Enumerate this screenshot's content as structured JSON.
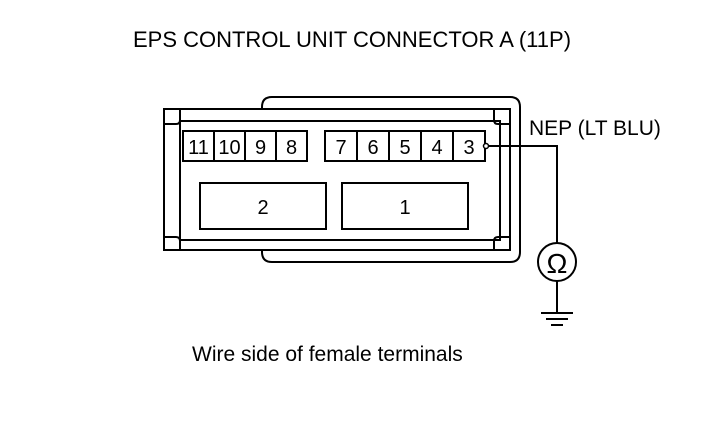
{
  "title": "EPS CONTROL UNIT CONNECTOR A (11P)",
  "caption": "Wire side of female terminals",
  "wire_label": "NEP (LT BLU)",
  "meter_symbol": "Ω",
  "connector": {
    "top_left_group": [
      "11",
      "10",
      "9",
      "8"
    ],
    "top_right_group": [
      "7",
      "6",
      "5",
      "4",
      "3"
    ],
    "bottom_cells": [
      "2",
      "1"
    ]
  },
  "icons": {
    "meter": "ohmmeter-icon",
    "ground": "ground-icon"
  }
}
